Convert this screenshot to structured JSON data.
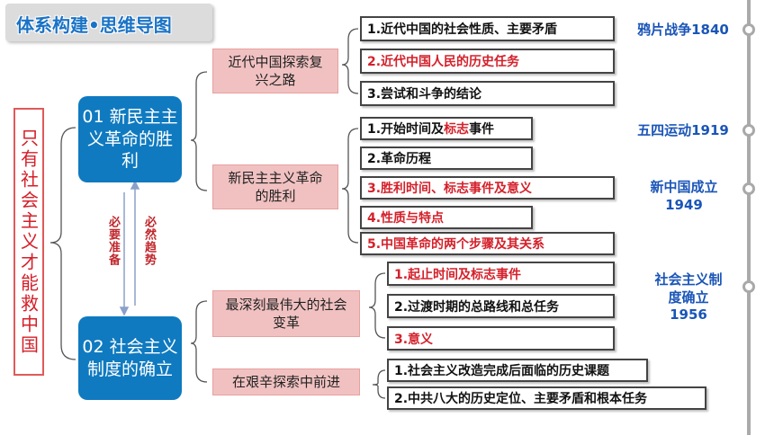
{
  "title": "体系构建•思维导图",
  "root": "只有社会主义才能救中国",
  "level1": [
    {
      "label": "01  新民主主义革命的胜利"
    },
    {
      "label": "02  社会主义制度的确立"
    }
  ],
  "level1_link": {
    "left": "必要准备",
    "right": "必然趋势"
  },
  "level2": [
    {
      "label": "近代中国探索复兴之路"
    },
    {
      "label": "新民主主义革命的胜利"
    },
    {
      "label": "最深刻最伟大的社会变革"
    },
    {
      "label": "在艰辛探索中前进"
    }
  ],
  "leaves": {
    "g1": [
      {
        "text": "1.近代中国的社会性质、主要矛盾"
      },
      {
        "text": "2.近代中国人民的历史任务"
      },
      {
        "text": "3.尝试和斗争的结论"
      }
    ],
    "g2": [
      {
        "pre": "1.开始时间及",
        "hl": "标志",
        "post": "事件"
      },
      {
        "text": "2.革命历程"
      },
      {
        "text": "3.胜利时间、标志事件及意义"
      },
      {
        "text": "4.性质与特点"
      },
      {
        "text": "5.中国革命的两个步骤及其关系"
      }
    ],
    "g3": [
      {
        "text": "1.起止时间及标志事件"
      },
      {
        "text": "2.过渡时期的总路线和总任务"
      },
      {
        "text": "3.意义"
      }
    ],
    "g4": [
      {
        "text": "1.社会主义改造完成后面临的历史课题"
      },
      {
        "text": "2.中共八大的历史定位、主要矛盾和根本任务"
      }
    ]
  },
  "timeline": [
    {
      "label": "鸦片战争1840"
    },
    {
      "label": "五四运动1919"
    },
    {
      "line1": "新中国成立",
      "line2": "1949"
    },
    {
      "line1": "社会主义制",
      "line2": "度确立",
      "line3": "1956"
    }
  ],
  "colors": {
    "blue": "#0f7ac0",
    "pink": "#f1c1c1",
    "red": "#d4202a",
    "label_blue": "#1a55b8"
  }
}
